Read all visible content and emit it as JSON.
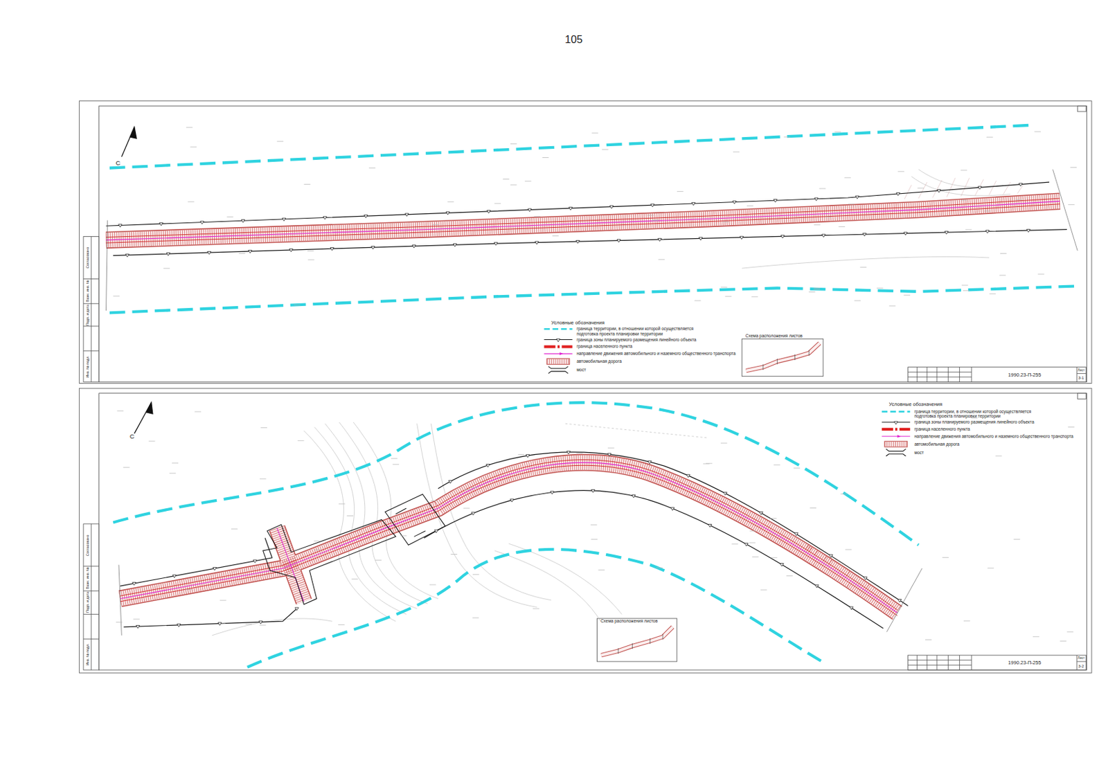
{
  "diagram": {
    "labels": [
      "105",
      "Условные обозначения",
      "Схема расположения листов",
      "1990.23-П-255",
      "Лист",
      "3-1",
      "Согласовано",
      "Взам. инв. №",
      "Подп. и дата",
      "Инв. № подл.",
      "Условные обозначения",
      "Схема расположения листов",
      "1990.23-П-255",
      "Лист",
      "3-2",
      "Согласовано",
      "Взам. инв. №",
      "Подп. и дата",
      "Инв. № подл.",
      "С",
      "С"
    ],
    "legend": [
      {
        "text": "граница территории, в отношении которой осуществляется подготовка проекта планировки территории"
      },
      {
        "text": "граница зоны планируемого размещения линейного объекта"
      },
      {
        "text": "граница населенного пункта"
      },
      {
        "text": "направление движения автомобильного и наземного общественного транспорта"
      },
      {
        "text": "автомобильная дорога"
      },
      {
        "text": "мост"
      },
      {
        "text": "граница территории, в отношении которой осуществляется подготовка проекта планировки территории"
      },
      {
        "text": "граница зоны планируемого размещения линейного объекта"
      },
      {
        "text": "граница населенного пункта"
      },
      {
        "text": "направление движения автомобильного и наземного общественного транспорта"
      },
      {
        "text": "автомобильная дорога"
      },
      {
        "text": "мост"
      }
    ]
  }
}
